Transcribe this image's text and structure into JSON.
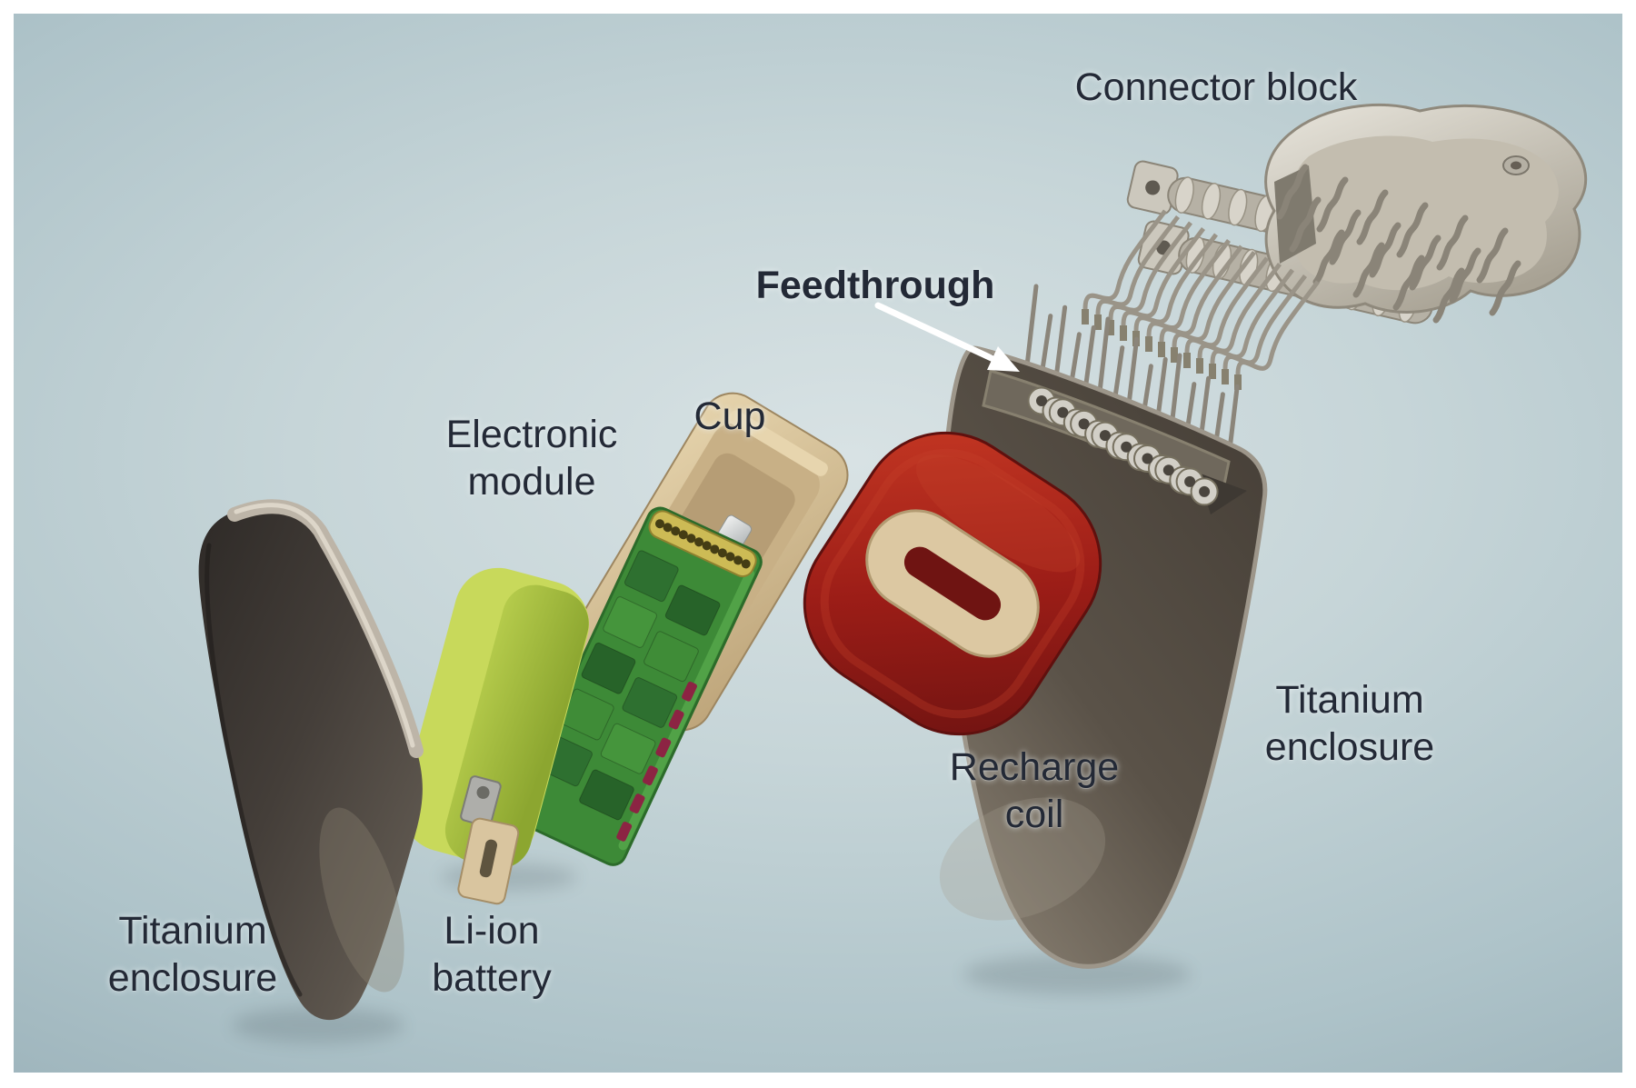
{
  "figure": {
    "labels": {
      "connector_block": "Connector block",
      "feedthrough": "Feedthrough",
      "cup": "Cup",
      "electronic_module": "Electronic\nmodule",
      "titanium_enclosure_left": "Titanium\nenclosure",
      "li_ion_battery": "Li-ion\nbattery",
      "recharge_coil": "Recharge\ncoil",
      "titanium_enclosure_right": "Titanium\nenclosure"
    },
    "colors": {
      "frame": "#ffffff",
      "background_center": "#d8e2e4",
      "background_edge": "#90a8b1",
      "label_text": "#232936",
      "titanium_enclosure_dark": "#453f3a",
      "titanium_bevel": "#c3bbad",
      "battery_green": "#b3c94a",
      "battery_side_green": "#c8d95b",
      "pcb_green": "#3d8a37",
      "pcb_gold_strip": "#cdbb55",
      "pcb_red_parts": "#8c2443",
      "cup_beige": "#d5bf97",
      "coil_red": "#9c1d17",
      "coil_bobbin_beige": "#dcc8a2",
      "enclosure_right_gray": "#5a5248",
      "feedthrough_eyelet": "#d2cfc7",
      "connector_block_gray": "#d8d4ca",
      "wire_gray": "#9a9488",
      "arrow": "#ffffff"
    },
    "counts": {
      "feedthrough_pins": 15,
      "feedthrough_eyelets": 8,
      "connector_wires": 13,
      "connector_tubes": 2,
      "tube_ridges": [
        8,
        9
      ],
      "gold_pad_holes": 12
    }
  }
}
